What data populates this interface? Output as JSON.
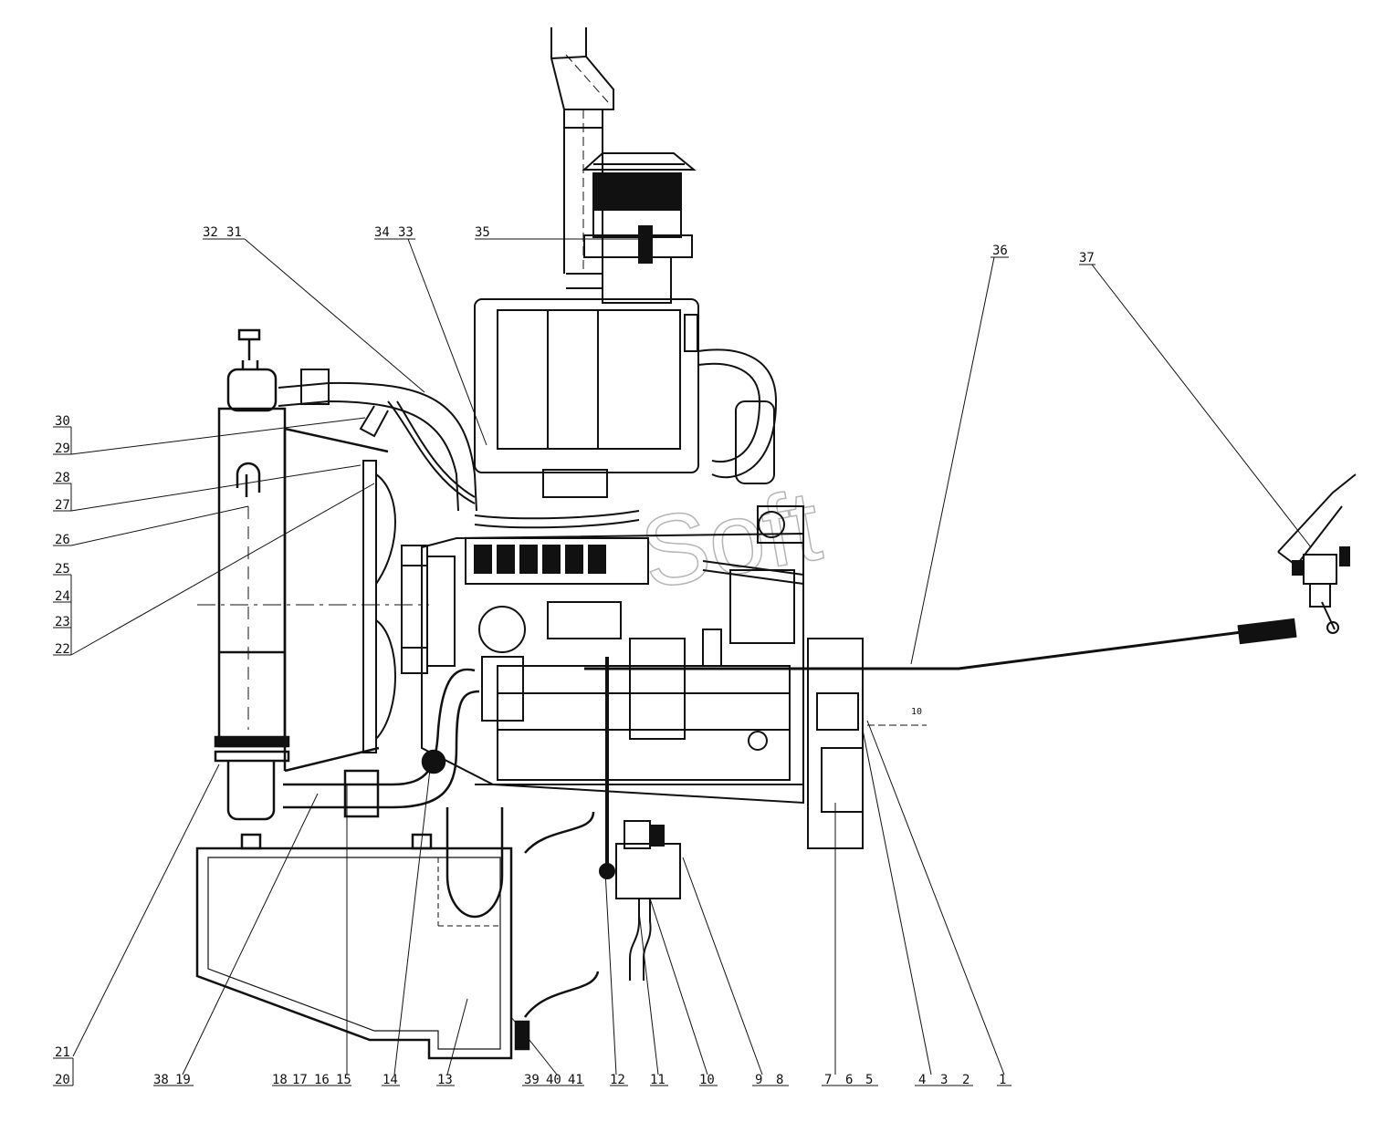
{
  "watermark": "Soft",
  "labels": {
    "l1": "1",
    "l2": "2",
    "l3": "3",
    "l4": "4",
    "l5": "5",
    "l6": "6",
    "l7": "7",
    "l8": "8",
    "l9": "9",
    "l10": "10",
    "l11": "11",
    "l12": "12",
    "l13": "13",
    "l14": "14",
    "l15": "15",
    "l16": "16",
    "l17": "17",
    "l18": "18",
    "l19": "19",
    "l20": "20",
    "l21": "21",
    "l22": "22",
    "l23": "23",
    "l24": "24",
    "l25": "25",
    "l26": "26",
    "l27": "27",
    "l28": "28",
    "l29": "29",
    "l30": "30",
    "l31": "31",
    "l32": "32",
    "l33": "33",
    "l34": "34",
    "l35": "35",
    "l36": "36",
    "l37": "37",
    "l38": "38",
    "l39": "39",
    "l40": "40",
    "l41": "41"
  },
  "dimension_mark": "10"
}
